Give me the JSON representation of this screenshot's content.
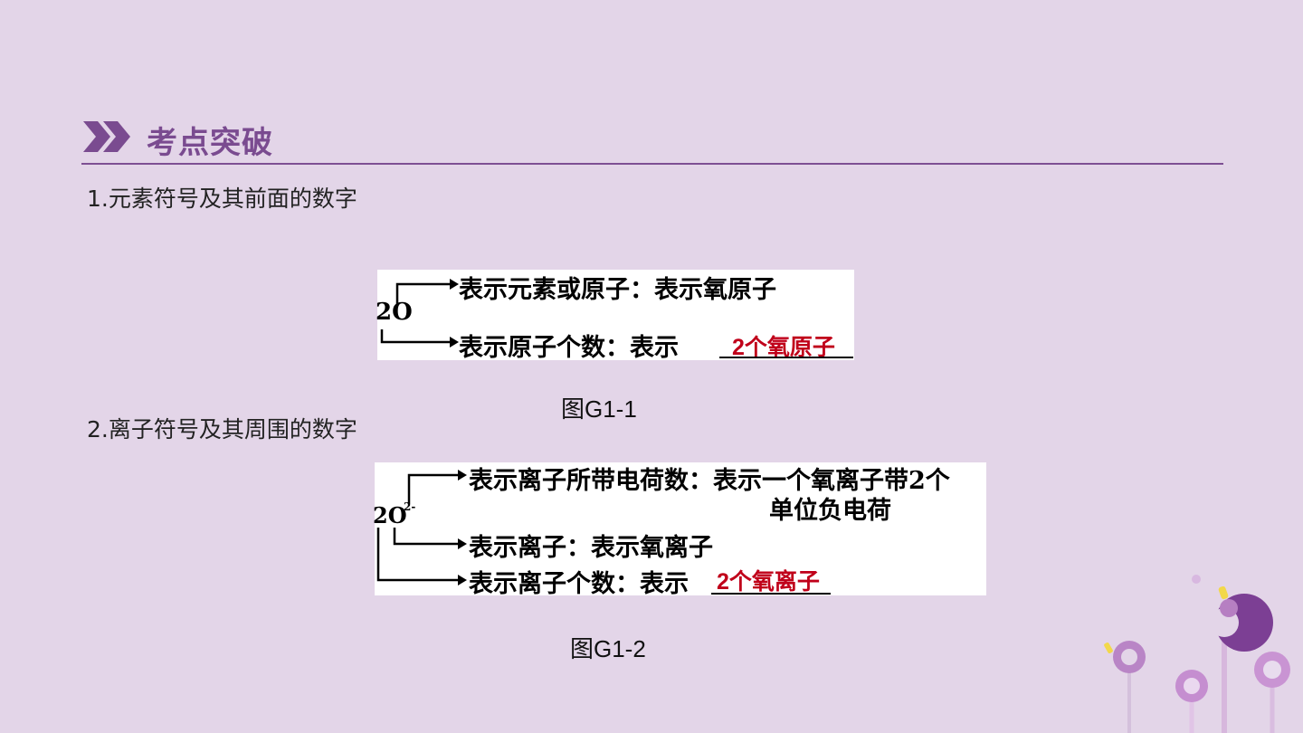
{
  "header": {
    "title": "考点突破"
  },
  "section1": {
    "heading": "1.元素符号及其前面的数字"
  },
  "figure1": {
    "symbol": "2O",
    "line1": "表示元素或原子：表示氧原子",
    "line2": "表示原子个数：表示",
    "answer": "2个氧原子",
    "caption": "图G1-1"
  },
  "section2": {
    "heading": "2.离子符号及其周围的数字"
  },
  "figure2": {
    "symbol": "2O",
    "superscript": "2-",
    "line1": "表示离子所带电荷数：表示一个氧离子带2个",
    "line1b": "单位负电荷",
    "line2": "表示离子：表示氧离子",
    "line3": "表示离子个数：表示",
    "answer": "2个氧离子",
    "caption": "图G1-2"
  },
  "colors": {
    "background": "#e3d5e8",
    "accent": "#7d4f93",
    "answer": "#c0001a"
  }
}
